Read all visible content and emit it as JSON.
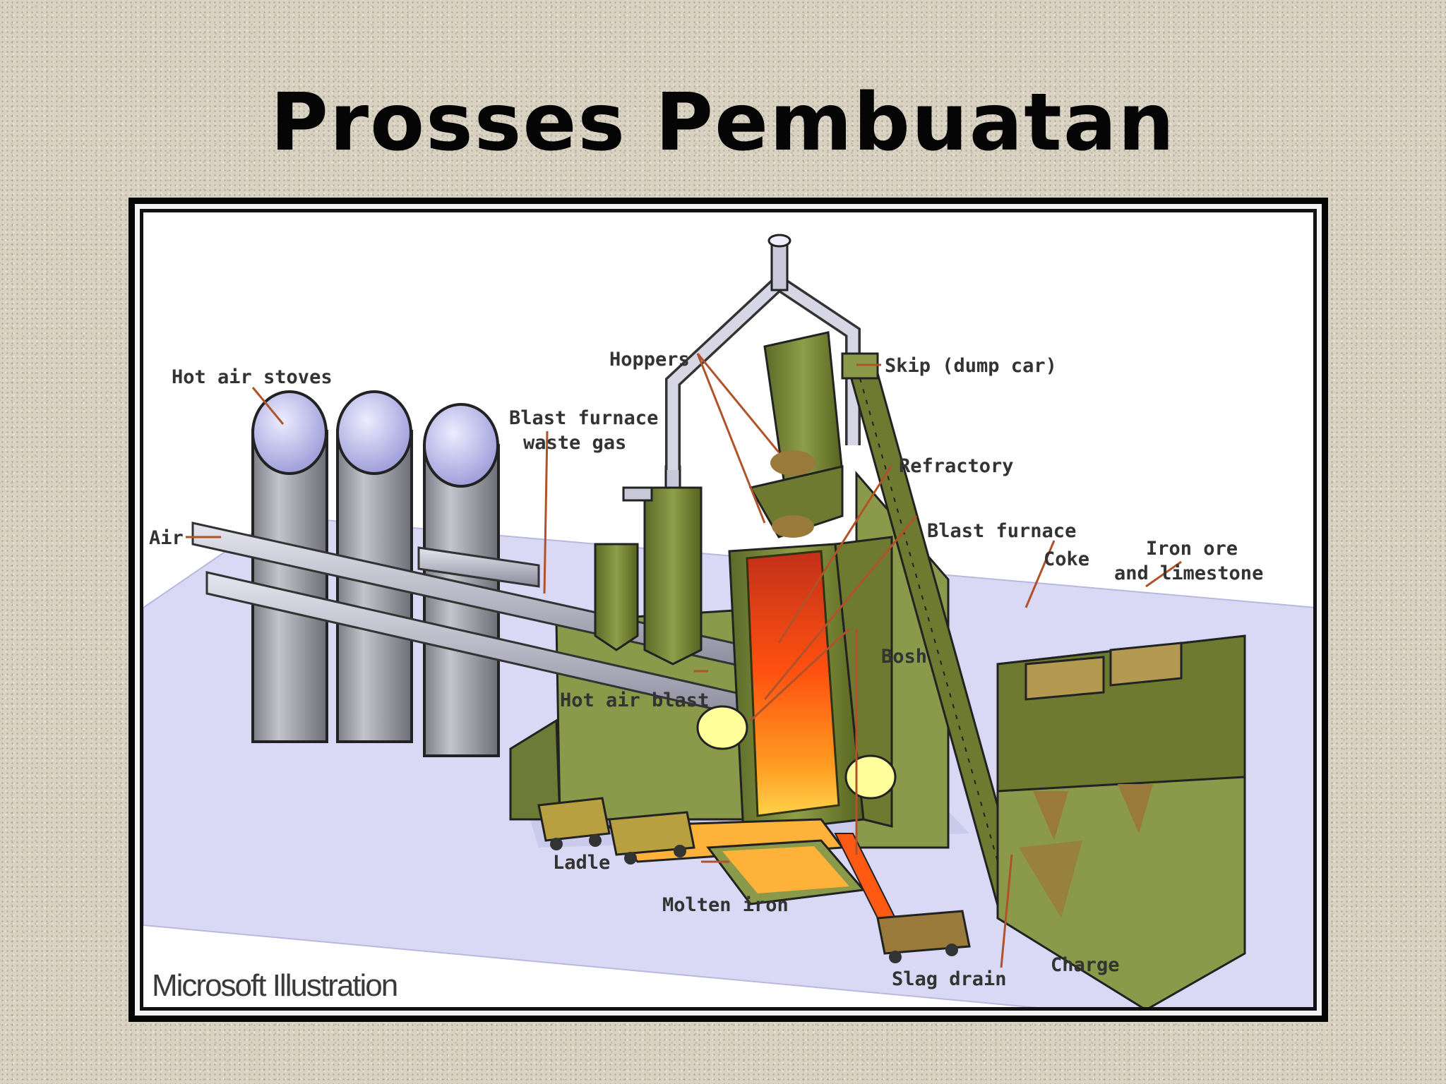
{
  "slide": {
    "title": "Prosses Pembuatan"
  },
  "diagram": {
    "labels": {
      "hot_air_stoves": "Hot air stoves",
      "air": "Air",
      "hoppers": "Hoppers",
      "waste_gas_line1": "Blast furnace",
      "waste_gas_line2": "waste gas",
      "skip": "Skip (dump car)",
      "refractory": "Refractory",
      "blast_furnace": "Blast furnace",
      "coke": "Coke",
      "iron_ore_line1": "Iron ore",
      "iron_ore_line2": "and limestone",
      "bosh": "Bosh",
      "hot_air_blast": "Hot air blast",
      "ladle": "Ladle",
      "molten_iron": "Molten iron",
      "slag_drain": "Slag drain",
      "charge": "Charge"
    },
    "credit": "Microsoft Illustration",
    "colors": {
      "stoves": "#a8a8b0",
      "stove_dome": "#c8c8ee",
      "building": "#8a9a4a",
      "furnace_hot": "#ff5a14",
      "floor": "#d8d8f4",
      "leader": "#b0522a"
    }
  }
}
